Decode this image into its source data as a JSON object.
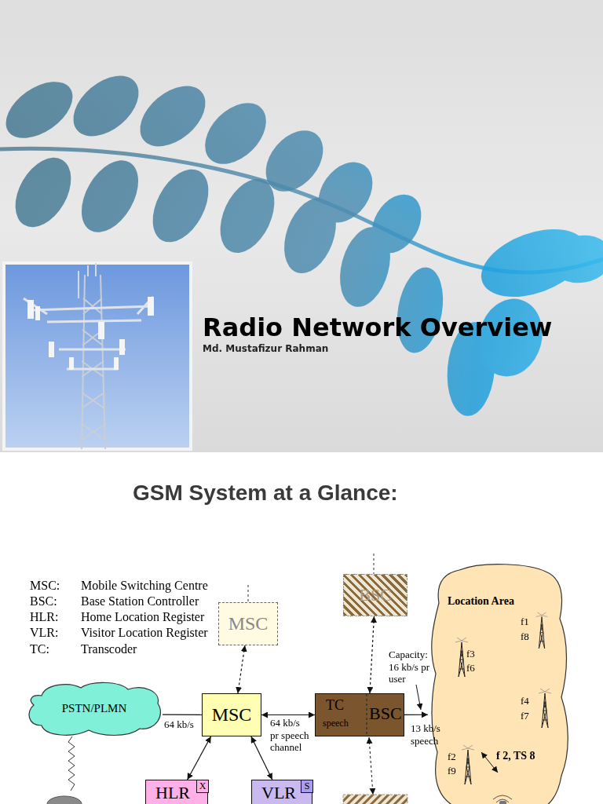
{
  "diagram": {
    "title": "Radio Network Overview",
    "nodes": [
      {
        "text": [
          "BSC"
        ]
      },
      {
        "text": [
          "Location Area"
        ]
      },
      {
        "text": [
          "MSC"
        ]
      },
      {
        "text": [
          "PSTN/PLMN"
        ]
      },
      {
        "text": [
          "MSC"
        ]
      },
      {
        "text": [
          "TC",
          "speech",
          "BSC"
        ]
      },
      {
        "text": [
          "HLR"
        ]
      },
      {
        "text": [
          "X"
        ],
        "in": 6
      },
      {
        "text": [
          "VLR"
        ]
      },
      {
        "text": [
          "S"
        ],
        "in": 8
      }
    ],
    "edges": [
      {
        "from": 2,
        "to": 4,
        "arrow": "both"
      },
      {
        "from": 3,
        "to": 4,
        "label": "64 kb/s",
        "arrow": "none"
      },
      {
        "from": 4,
        "to": 5,
        "label": "64 kb/s pr speech channel",
        "arrow": "both"
      },
      {
        "from": 0,
        "to": 5,
        "arrow": "both"
      },
      {
        "from": 5,
        "to": 1,
        "label": "13 kb/s speech",
        "arrow": "to"
      },
      {
        "from": 4,
        "to": 6,
        "arrow": "both"
      },
      {
        "from": 4,
        "to": 8,
        "arrow": "both"
      }
    ],
    "labels": [
      "Md. Mustafizur Rahman",
      "GSM System at a Glance:",
      "MSC:",
      "Mobile Switching Centre",
      "BSC:",
      "Base Station Controller",
      "HLR:",
      "Home Location Register",
      "VLR:",
      "Visitor Location Register",
      "TC:",
      "Transcoder",
      "f1",
      "f8",
      "f3",
      "f6",
      "Capacity: 16 kb/s pr user",
      "f4",
      "f7",
      "f2",
      "f9",
      "f 2, TS 8"
    ]
  }
}
